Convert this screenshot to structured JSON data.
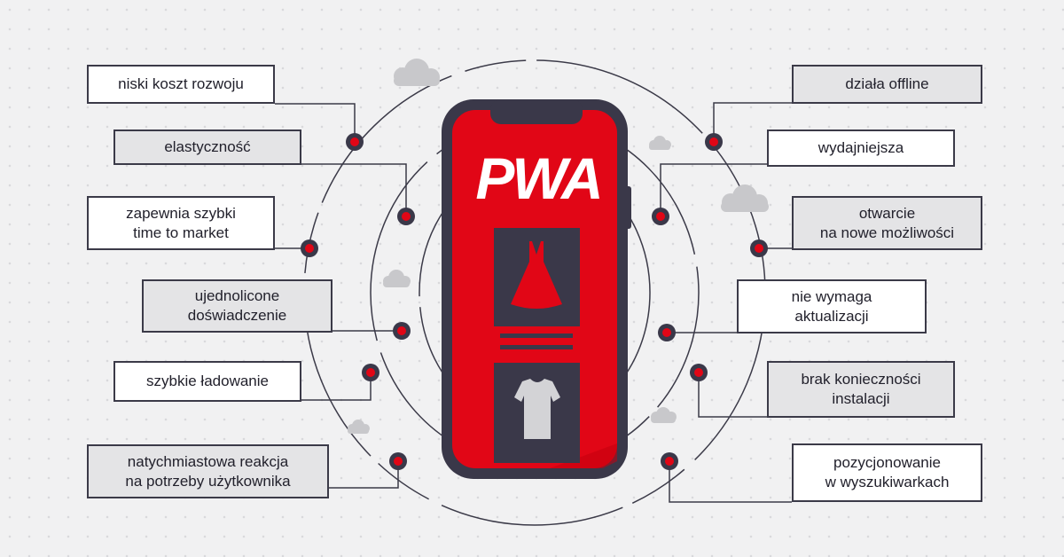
{
  "title": "PWA",
  "colors": {
    "accent": "#e10616",
    "frame": "#3a3849",
    "line": "#3b3a48",
    "cloud": "#c8c8cb",
    "garment_dress": "#e10616",
    "garment_shirt": "#d3d3d6"
  },
  "phone": {
    "logo": "PWA",
    "card_top_icon": "dress-icon",
    "card_bottom_icon": "tshirt-icon"
  },
  "left_features": [
    "niski koszt rozwoju",
    "elastyczność",
    "zapewnia szybki\ntime to market",
    "ujednolicone\ndoświadczenie",
    "szybkie ładowanie",
    "natychmiastowa reakcja\nna potrzeby użytkownika"
  ],
  "right_features": [
    "działa offline",
    "wydajniejsza",
    "otwarcie\nna nowe możliwości",
    "nie wymaga\naktualizacji",
    "brak konieczności\ninstalacji",
    "pozycjonowanie\nw wyszukiwarkach"
  ]
}
